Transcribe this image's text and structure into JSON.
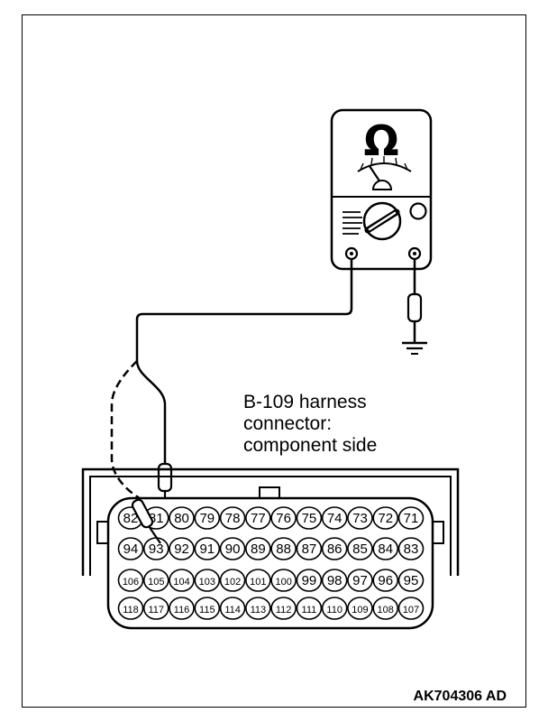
{
  "meter": {
    "symbol": "Ω"
  },
  "caption": {
    "line1": "B-109 harness",
    "line2": "connector:",
    "line3": "component side"
  },
  "figure_id": "AK704306 AD",
  "connector": {
    "rows": [
      [
        "82",
        "81",
        "80",
        "79",
        "78",
        "77",
        "76",
        "75",
        "74",
        "73",
        "72",
        "71"
      ],
      [
        "94",
        "93",
        "92",
        "91",
        "90",
        "89",
        "88",
        "87",
        "86",
        "85",
        "84",
        "83"
      ],
      [
        "106",
        "105",
        "104",
        "103",
        "102",
        "101",
        "100",
        "99",
        "98",
        "97",
        "96",
        "95"
      ],
      [
        "118",
        "117",
        "116",
        "115",
        "114",
        "113",
        "112",
        "111",
        "110",
        "109",
        "108",
        "107"
      ]
    ]
  },
  "icons": [
    "ohmmeter-icon",
    "ground-icon",
    "test-probe-icon"
  ]
}
